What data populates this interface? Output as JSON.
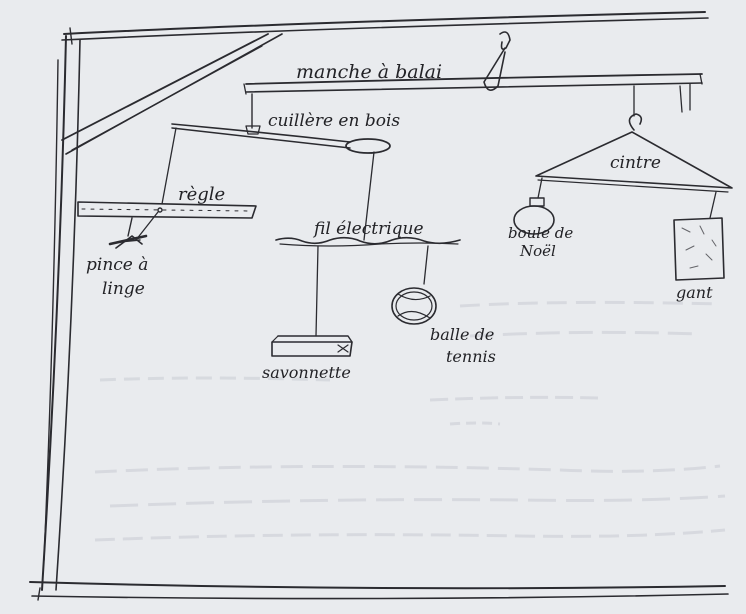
{
  "colors": {
    "paper": "#e9ebee",
    "ink": "#2b2b30",
    "bleed_through": "#c3c7cf"
  },
  "labels": {
    "broom": "manche à balai",
    "spoon": "cuillère en bois",
    "ruler": "règle",
    "clothespin_line1": "pince à",
    "clothespin_line2": "linge",
    "wire": "fil électrique",
    "hanger": "cintre",
    "bauble_line1": "boule de",
    "bauble_line2": "Noël",
    "glove": "gant",
    "ball_line1": "balle de",
    "ball_line2": "tennis",
    "soap": "savonnette"
  }
}
